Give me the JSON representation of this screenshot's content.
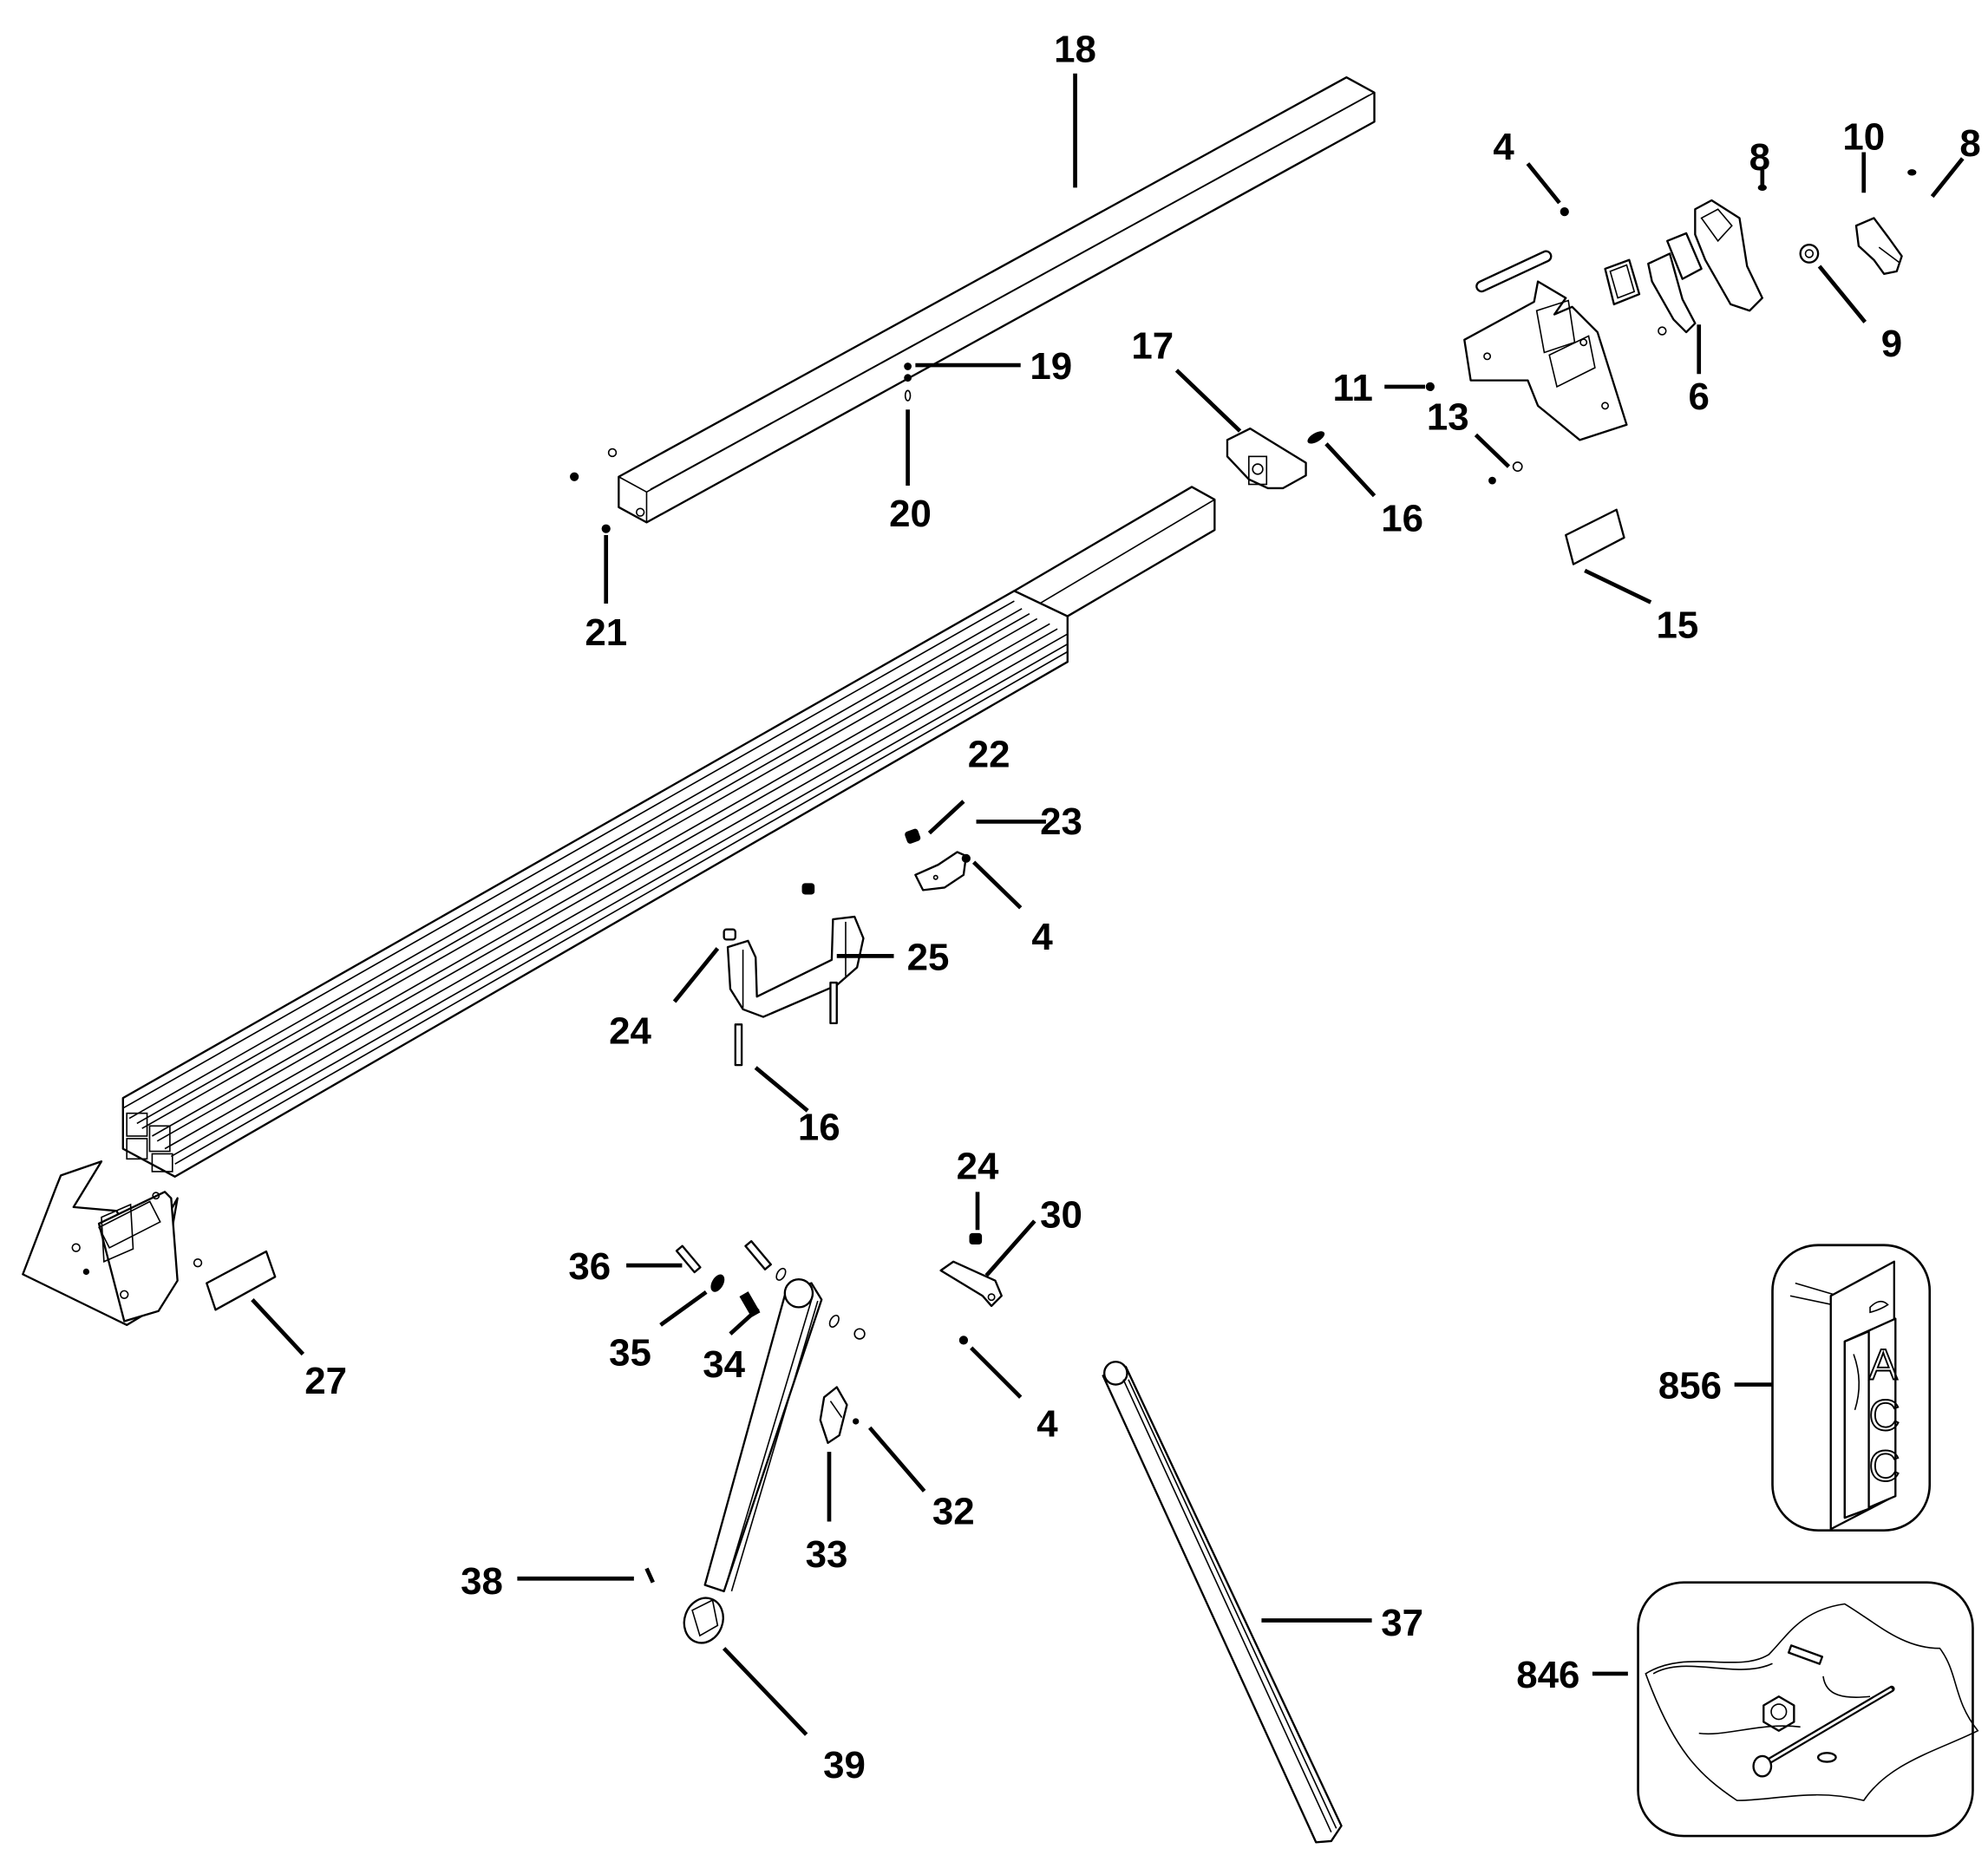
{
  "diagram": {
    "title": "Exploded parts diagram - miter saw stand rail assembly",
    "callouts": [
      {
        "id": "c18",
        "label": "18",
        "part": "upper square rail tube"
      },
      {
        "id": "c4a",
        "label": "4",
        "part": "nut"
      },
      {
        "id": "c8a",
        "label": "8",
        "part": "screw"
      },
      {
        "id": "c10",
        "label": "10",
        "part": "cam lever"
      },
      {
        "id": "c8b",
        "label": "8",
        "part": "screw"
      },
      {
        "id": "c9",
        "label": "9",
        "part": "knob"
      },
      {
        "id": "c19",
        "label": "19",
        "part": "ball"
      },
      {
        "id": "c17",
        "label": "17",
        "part": "rail end bracket"
      },
      {
        "id": "c11",
        "label": "11",
        "part": "nut"
      },
      {
        "id": "c13",
        "label": "13",
        "part": "washer"
      },
      {
        "id": "c6",
        "label": "6",
        "part": "lock plate"
      },
      {
        "id": "c20",
        "label": "20",
        "part": "spring"
      },
      {
        "id": "c16a",
        "label": "16",
        "part": "screw"
      },
      {
        "id": "c21",
        "label": "21",
        "part": "end cap screw"
      },
      {
        "id": "c15",
        "label": "15",
        "part": "label"
      },
      {
        "id": "c22",
        "label": "22",
        "part": "square nut"
      },
      {
        "id": "c23",
        "label": "23",
        "part": "clip"
      },
      {
        "id": "c4b",
        "label": "4",
        "part": "nut"
      },
      {
        "id": "c25",
        "label": "25",
        "part": "carry handle"
      },
      {
        "id": "c24a",
        "label": "24",
        "part": "square nut"
      },
      {
        "id": "c16b",
        "label": "16",
        "part": "screw"
      },
      {
        "id": "c24b",
        "label": "24",
        "part": "square nut"
      },
      {
        "id": "c30",
        "label": "30",
        "part": "leg bracket"
      },
      {
        "id": "c36",
        "label": "36",
        "part": "pin"
      },
      {
        "id": "c35",
        "label": "35",
        "part": "bushing"
      },
      {
        "id": "c34",
        "label": "34",
        "part": "spring"
      },
      {
        "id": "c27",
        "label": "27",
        "part": "label"
      },
      {
        "id": "c4c",
        "label": "4",
        "part": "nut"
      },
      {
        "id": "c856",
        "label": "856",
        "part": "accessory tag kit"
      },
      {
        "id": "c32",
        "label": "32",
        "part": "pin"
      },
      {
        "id": "c33",
        "label": "33",
        "part": "leg latch"
      },
      {
        "id": "c38",
        "label": "38",
        "part": "roll pin"
      },
      {
        "id": "c37",
        "label": "37",
        "part": "leg"
      },
      {
        "id": "c846",
        "label": "846",
        "part": "hardware bag"
      },
      {
        "id": "c39",
        "label": "39",
        "part": "foot"
      }
    ],
    "kit_856": {
      "tag_letters": [
        "A",
        "C",
        "C"
      ]
    }
  }
}
